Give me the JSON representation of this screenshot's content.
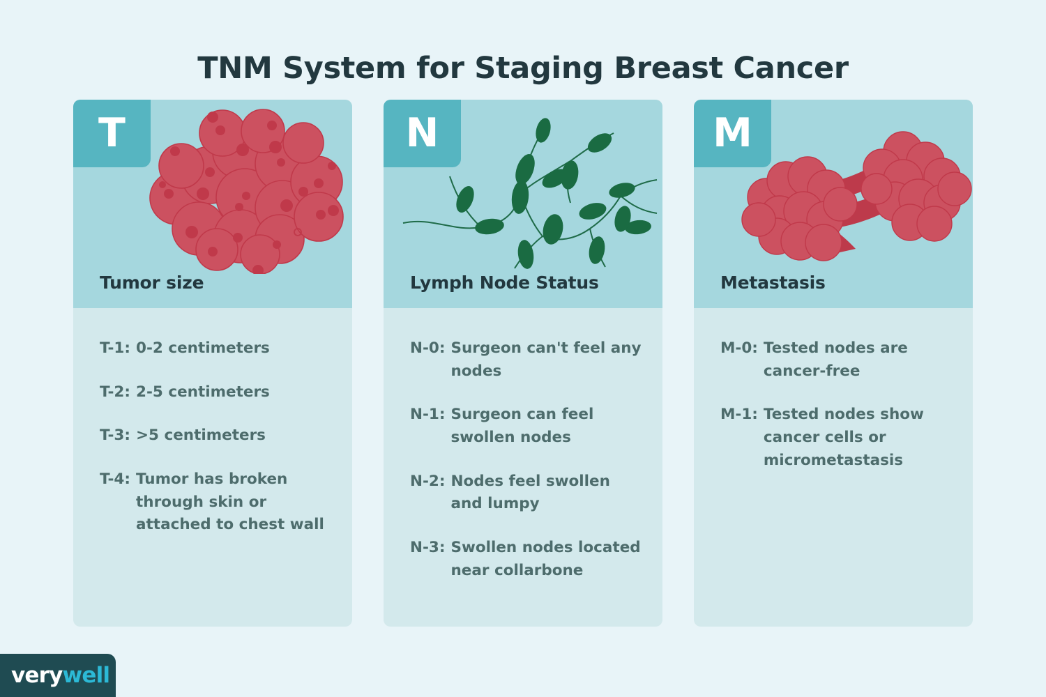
{
  "title": "TNM System for Staging Breast Cancer",
  "colors": {
    "background": "#e8f4f8",
    "card_body": "#d3e9ec",
    "card_header": "#a5d7de",
    "badge": "#56b5c1",
    "title_text": "#22383f",
    "body_text": "#4d6c6c",
    "tumor_cell": "#cc5160",
    "tumor_outline": "#c0394a",
    "lymph_node": "#1a6b42",
    "logo_background": "#1f4b52",
    "logo_accent": "#2cb9d6"
  },
  "cards": [
    {
      "badge": "T",
      "title": "Tumor size",
      "illustration": "tumor-cluster-illustration",
      "items": [
        {
          "code": "T-1:",
          "text": "0-2 centimeters"
        },
        {
          "code": "T-2:",
          "text": "2-5 centimeters"
        },
        {
          "code": "T-3:",
          "text": ">5 centimeters"
        },
        {
          "code": "T-4:",
          "text": "Tumor has broken through skin or attached to chest wall"
        }
      ]
    },
    {
      "badge": "N",
      "title": "Lymph Node Status",
      "illustration": "lymph-node-network-illustration",
      "items": [
        {
          "code": "N-0:",
          "text": "Surgeon can't feel any nodes"
        },
        {
          "code": "N-1:",
          "text": "Surgeon can feel swollen nodes"
        },
        {
          "code": "N-2:",
          "text": "Nodes feel swollen and lumpy"
        },
        {
          "code": "N-3:",
          "text": "Swollen nodes located near collarbone"
        }
      ]
    },
    {
      "badge": "M",
      "title": "Metastasis",
      "illustration": "metastasis-spreading-tumor-illustration",
      "items": [
        {
          "code": "M-0:",
          "text": "Tested nodes are cancer-free"
        },
        {
          "code": "M-1:",
          "text": "Tested nodes show cancer cells or micrometastasis"
        }
      ]
    }
  ],
  "logo": {
    "part1": "very",
    "part2": "well"
  }
}
